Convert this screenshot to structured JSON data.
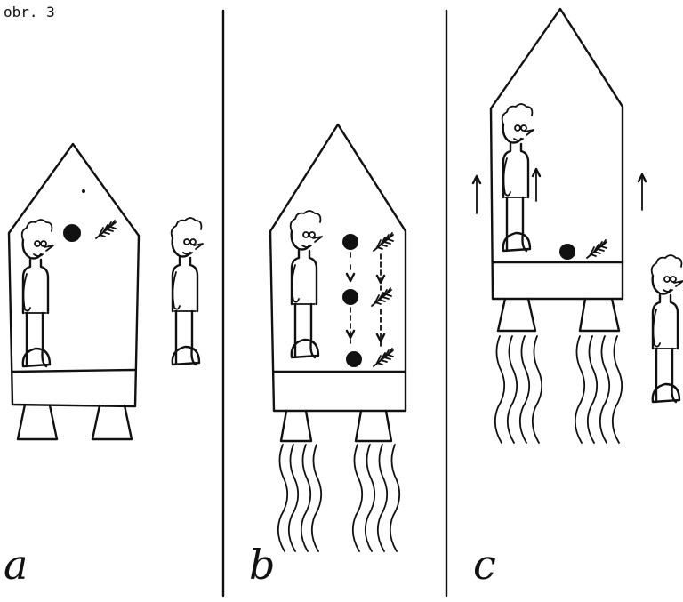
{
  "figure": {
    "label": "obr. 3"
  },
  "panels": [
    {
      "letter": "a"
    },
    {
      "letter": "b"
    },
    {
      "letter": "c"
    }
  ],
  "colors": {
    "ink": "#111111",
    "background": "#ffffff"
  }
}
